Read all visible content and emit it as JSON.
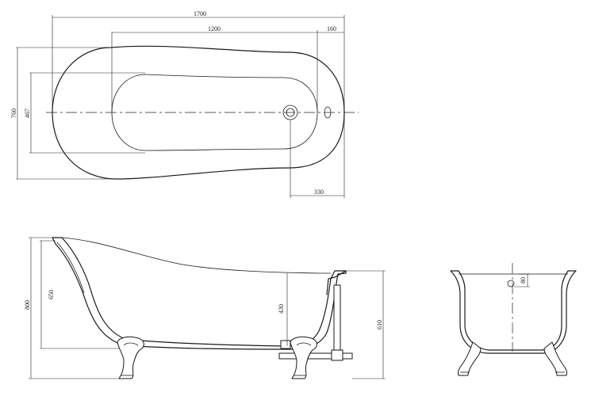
{
  "dimensions": {
    "overall_length": "1700",
    "inner_length": "1200",
    "drain_offset": "160",
    "overall_width": "760",
    "inner_width": "467",
    "drain_to_end": "330",
    "overall_height": "800",
    "inner_depth": "650",
    "end_height": "430",
    "filler_height": "610",
    "overflow_height": "80"
  }
}
